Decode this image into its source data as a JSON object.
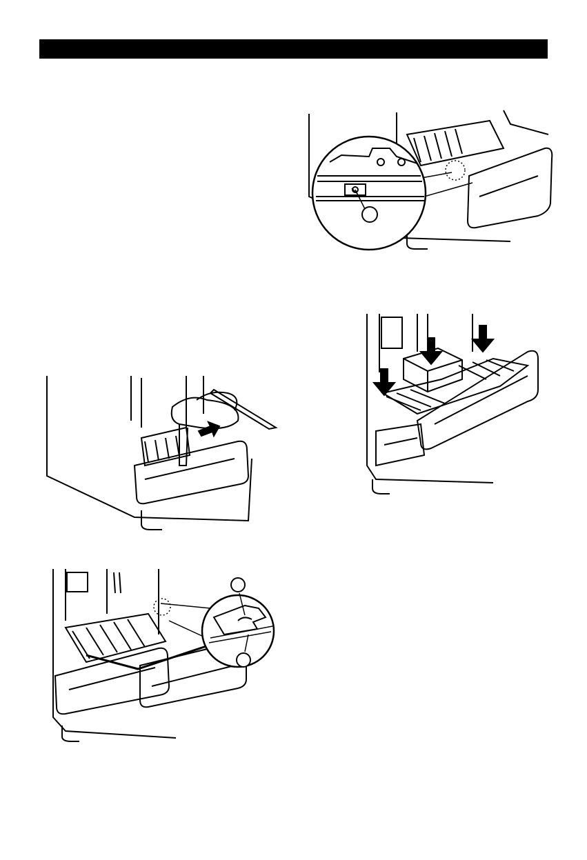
{
  "page": {
    "header_bar_color": "#000000",
    "line_color": "#000000",
    "background": "#ffffff"
  },
  "figures": [
    {
      "id": "fig-glide-release-detail",
      "callouts": [
        ""
      ]
    },
    {
      "id": "fig-pull-out-drawer",
      "callouts": []
    },
    {
      "id": "fig-rail-clip-detail",
      "callouts": [
        "",
        ""
      ]
    },
    {
      "id": "fig-insert-basket-box",
      "callouts": []
    }
  ]
}
